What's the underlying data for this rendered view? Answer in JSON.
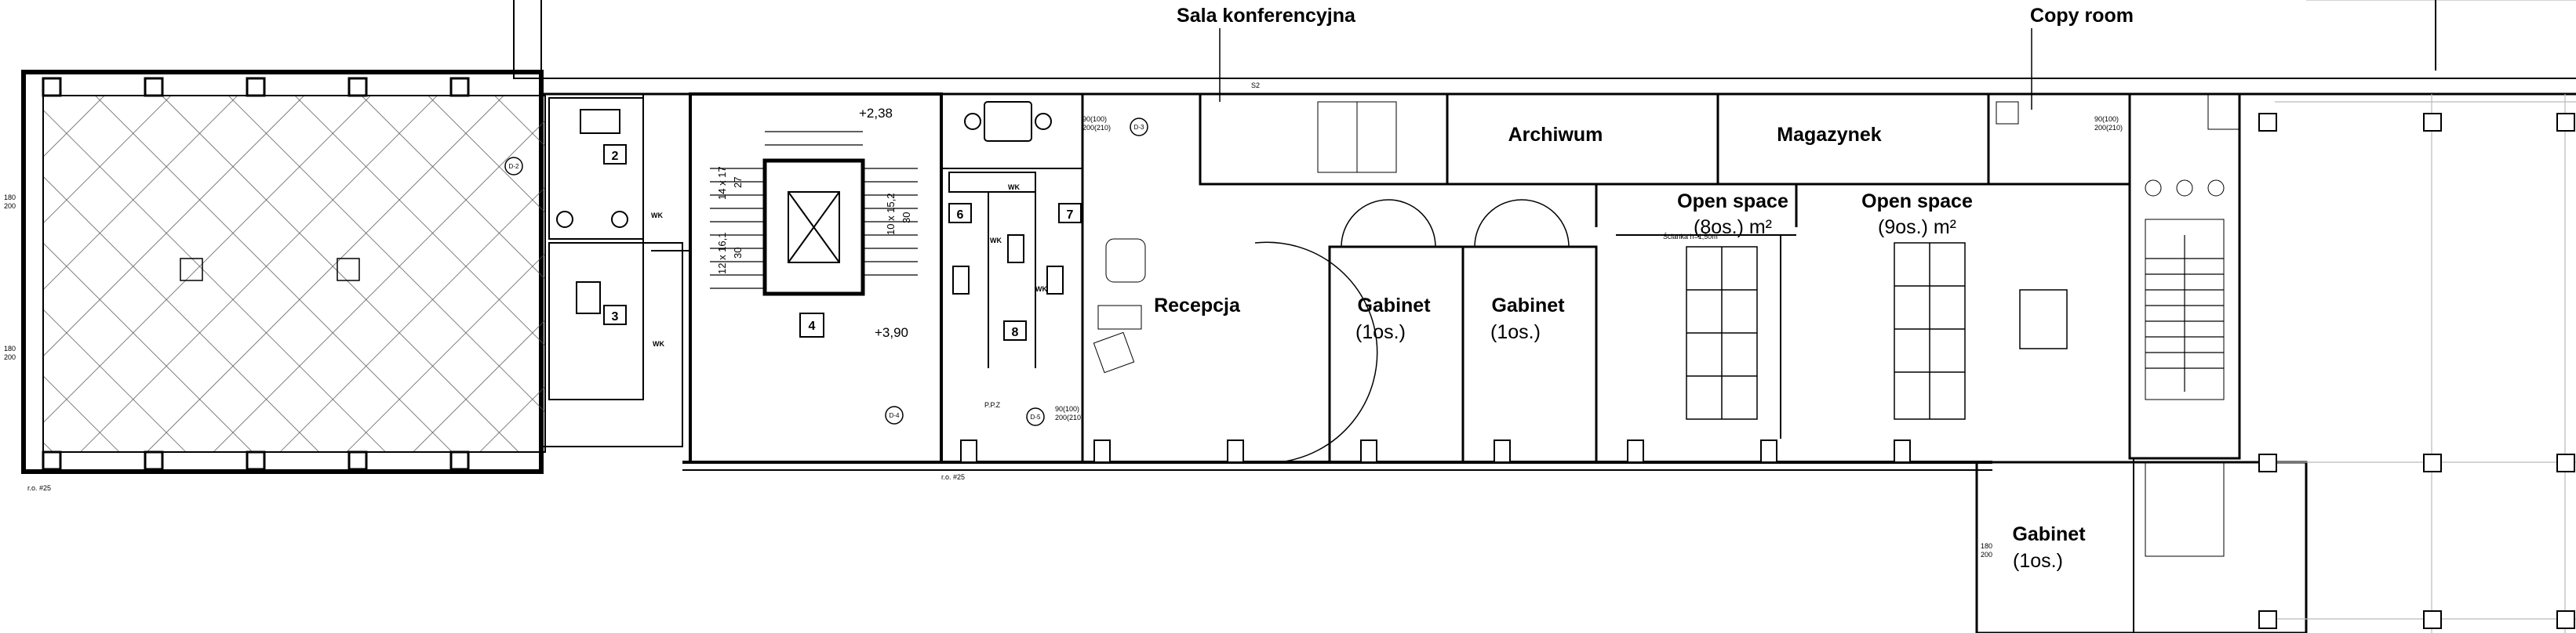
{
  "rooms": {
    "conference": "Sala konferencyjna",
    "copy_room": "Copy room",
    "archive": "Archiwum",
    "storage": "Magazynek",
    "open_space_1": "Open space",
    "open_space_1_cap": "(8os.) m²",
    "open_space_2": "Open space",
    "open_space_2_cap": "(9os.) m²",
    "reception": "Recepcja",
    "office_1": "Gabinet",
    "office_1_cap": "(1os.)",
    "office_2": "Gabinet",
    "office_2_cap": "(1os.)",
    "office_3": "Gabinet",
    "office_3_cap": "(1os.)"
  },
  "room_numbers": [
    "2",
    "3",
    "4",
    "6",
    "7",
    "8"
  ],
  "levels": [
    "+2,38",
    "+3,90"
  ],
  "stairs": [
    "14 x 17",
    "27",
    "12 x 16,1",
    "30",
    "10 x 15,2",
    "30"
  ],
  "wc_labels": [
    "WK",
    "WK",
    "WK",
    "WK",
    "WK"
  ],
  "door_tags": [
    "D-2",
    "D-3",
    "D-4",
    "D-5"
  ],
  "door_dims": [
    "90(100)",
    "200(210)"
  ],
  "window_dims": [
    "180",
    "200"
  ],
  "misc": {
    "partition": "Ścianka h=1,50m",
    "pp": "P.P.Z",
    "elevation_left": "r.o. #25",
    "elevation_mid": "r.o. #25",
    "sm": "S2"
  },
  "colors": {
    "line": "#000000",
    "hatch": "#555555",
    "grid": "#bbbbbb"
  }
}
